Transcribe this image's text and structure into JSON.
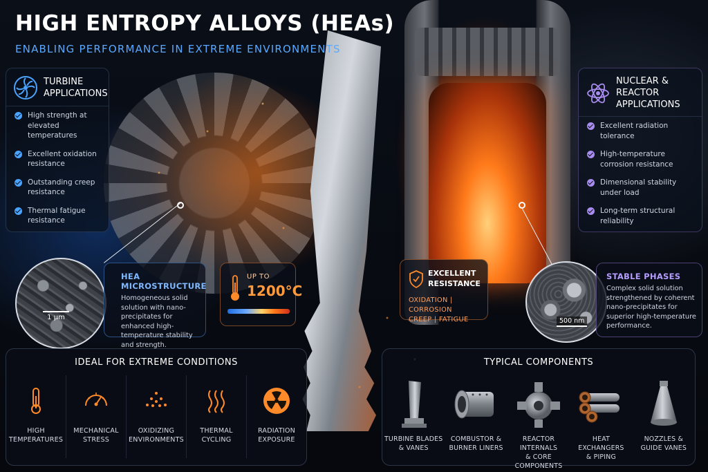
{
  "header": {
    "title": "HIGH ENTROPY ALLOYS (HEAs)",
    "subtitle": "ENABLING PERFORMANCE IN EXTREME ENVIRONMENTS"
  },
  "turbine": {
    "title": "TURBINE\nAPPLICATIONS",
    "bullets": [
      "High strength at elevated temperatures",
      "Excellent oxidation resistance",
      "Outstanding creep resistance",
      "Thermal fatigue resistance"
    ],
    "icon": "turbine-fan-icon"
  },
  "nuclear": {
    "title": "NUCLEAR & REACTOR\nAPPLICATIONS",
    "bullets": [
      "Excellent radiation tolerance",
      "High-temperature corrosion resistance",
      "Dimensional stability under load",
      "Long-term structural reliability"
    ],
    "icon": "atom-icon"
  },
  "microstructure": {
    "title": "HEA MICROSTRUCTURE",
    "body": "Homogeneous solid solution with nano-precipitates for enhanced high-temperature stability and strength.",
    "scale": "1 µm"
  },
  "temperature": {
    "up_to": "UP TO",
    "value": "1200°C"
  },
  "resistance": {
    "title": "EXCELLENT\nRESISTANCE",
    "tags": "OXIDATION | CORROSION\nCREEP | FATIGUE"
  },
  "phases": {
    "title": "STABLE PHASES",
    "body": "Complex solid solution strengthened by coherent nano-precipitates for superior high-temperature performance.",
    "scale": "500 nm"
  },
  "conditions": {
    "title": "IDEAL FOR EXTREME CONDITIONS",
    "items": [
      {
        "label": "HIGH\nTEMPERATURES",
        "icon": "thermometer-icon"
      },
      {
        "label": "MECHANICAL\nSTRESS",
        "icon": "gauge-icon"
      },
      {
        "label": "OXIDIZING\nENVIRONMENTS",
        "icon": "particles-icon"
      },
      {
        "label": "THERMAL\nCYCLING",
        "icon": "heat-waves-icon"
      },
      {
        "label": "RADIATION\nEXPOSURE",
        "icon": "radiation-icon"
      }
    ]
  },
  "components": {
    "title": "TYPICAL COMPONENTS",
    "items": [
      {
        "label": "TURBINE BLADES\n& VANES"
      },
      {
        "label": "COMBUSTOR &\nBURNER LINERS"
      },
      {
        "label": "REACTOR INTERNALS\n& CORE COMPONENTS"
      },
      {
        "label": "HEAT EXCHANGERS\n& PIPING"
      },
      {
        "label": "NOZZLES &\nGUIDE VANES"
      }
    ]
  },
  "colors": {
    "accent_blue": "#4aa3ff",
    "accent_orange": "#ff8a2a",
    "accent_purple": "#a98cf0"
  }
}
